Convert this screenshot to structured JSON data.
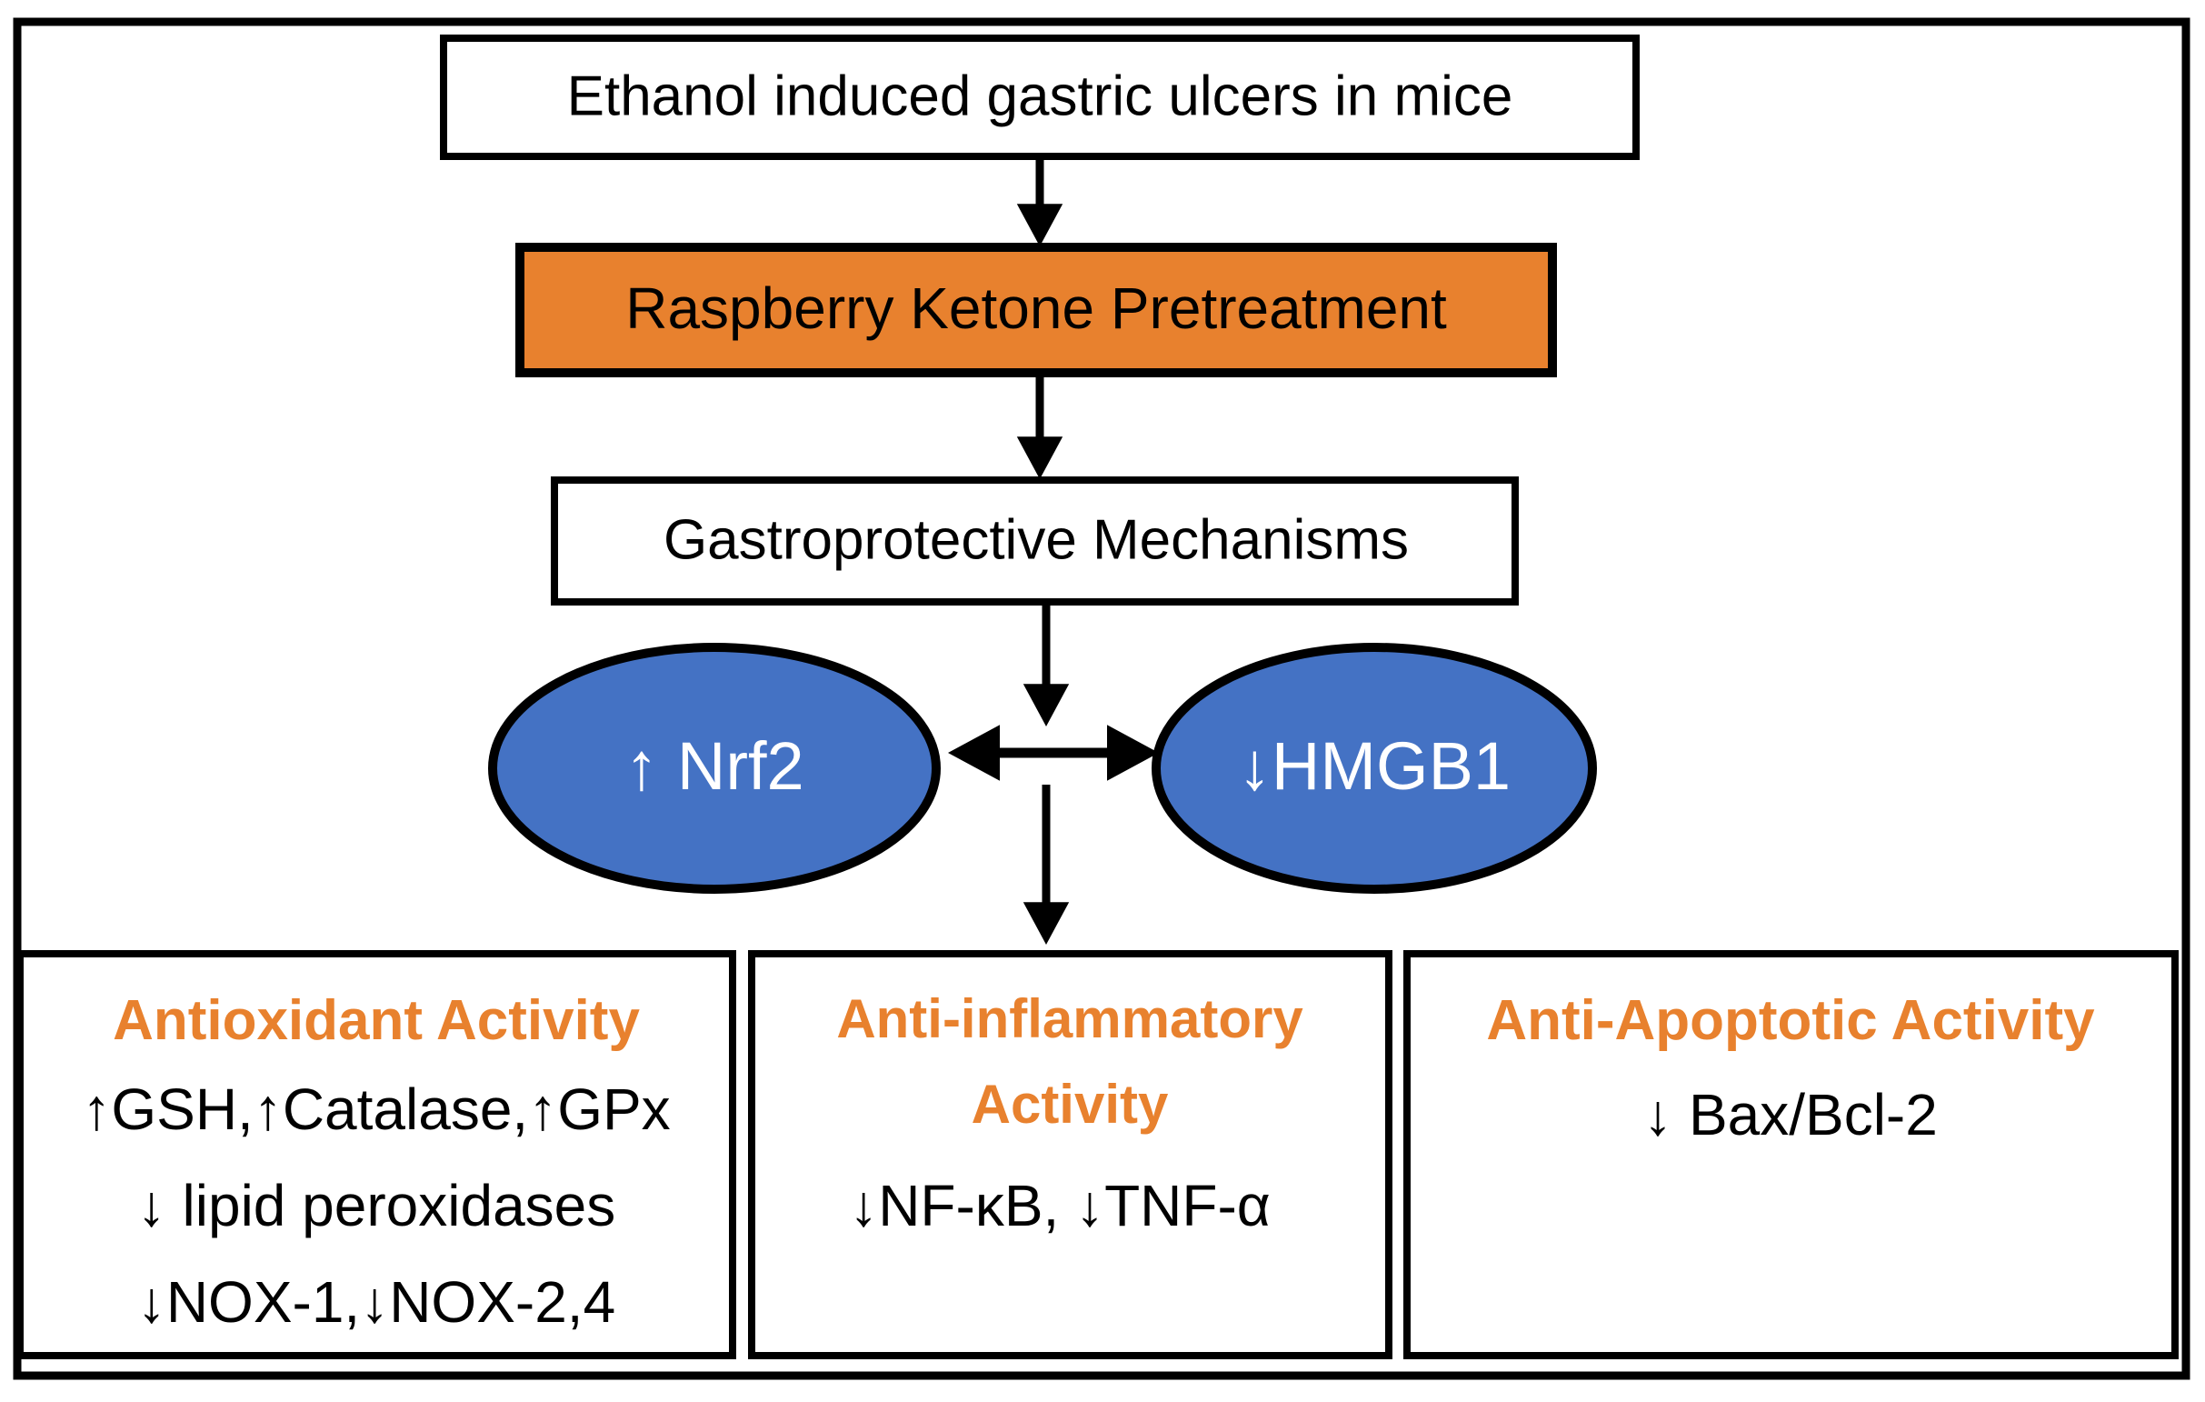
{
  "diagram": {
    "title_flow": "Raspberry Ketone gastroprotective mechanism flowchart",
    "colors": {
      "orange_fill": "#E8812E",
      "orange_text": "#E8812E",
      "blue_fill": "#4472C4",
      "outline": "#000000",
      "white": "#FFFFFF",
      "background": "#FFFFFF"
    },
    "nodes": {
      "model_box": {
        "label": "Ethanol induced gastric ulcers in mice",
        "fill": "#FFFFFF"
      },
      "treatment_box": {
        "label": "Raspberry Ketone Pretreatment",
        "fill": "#E8812E"
      },
      "mechanism_box": {
        "label": "Gastroprotective Mechanisms",
        "fill": "#FFFFFF"
      },
      "nrf2_ellipse": {
        "arrow": "↑",
        "label": "Nrf2",
        "full": "↑ Nrf2",
        "direction": "up",
        "fill": "#4472C4"
      },
      "hmgb1_ellipse": {
        "arrow": "↓",
        "label": "HMGB1",
        "full": "↓HMGB1",
        "direction": "down",
        "fill": "#4472C4"
      }
    },
    "outcome_boxes": [
      {
        "heading_lines": [
          "Antioxidant Activity"
        ],
        "lines": [
          "↑GSH,↑Catalase,↑GPx",
          "↓ lipid peroxidases",
          "↓NOX-1,↓NOX-2,4"
        ],
        "markers": [
          {
            "target": "GSH",
            "direction": "up"
          },
          {
            "target": "Catalase",
            "direction": "up"
          },
          {
            "target": "GPx",
            "direction": "up"
          },
          {
            "target": "lipid peroxidases",
            "direction": "down"
          },
          {
            "target": "NOX-1",
            "direction": "down"
          },
          {
            "target": "NOX-2,4",
            "direction": "down"
          }
        ]
      },
      {
        "heading_lines": [
          "Anti-inflammatory",
          "Activity"
        ],
        "lines": [
          "↓NF-κB,   ↓TNF-α"
        ],
        "markers": [
          {
            "target": "NF-κB",
            "direction": "down"
          },
          {
            "target": "TNF-α",
            "direction": "down"
          }
        ]
      },
      {
        "heading_lines": [
          "Anti-Apoptotic Activity"
        ],
        "lines": [
          "↓ Bax/Bcl-2"
        ],
        "markers": [
          {
            "target": "Bax/Bcl-2",
            "direction": "down"
          }
        ]
      }
    ],
    "connectors": [
      {
        "name": "model-to-treatment",
        "type": "arrow-down"
      },
      {
        "name": "treatment-to-mechanism",
        "type": "arrow-down"
      },
      {
        "name": "mechanism-to-hub",
        "type": "arrow-down"
      },
      {
        "name": "nrf2-hmgb1-crosstalk",
        "type": "arrow-double-horizontal"
      },
      {
        "name": "hub-to-outcomes",
        "type": "arrow-down"
      }
    ]
  }
}
